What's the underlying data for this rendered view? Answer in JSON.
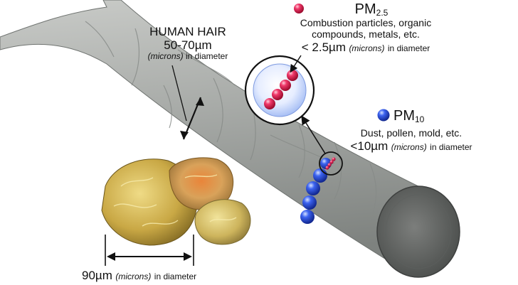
{
  "hair": {
    "title": "HUMAN HAIR",
    "size": "50-70µm",
    "unit_note": "(microns)",
    "suffix": "in diameter"
  },
  "sand": {
    "size": "90µm",
    "unit_note": "(microns)",
    "suffix": "in diameter"
  },
  "pm25": {
    "prefix": "PM",
    "sub": "2.5",
    "desc_line1": "Combustion particles, organic",
    "desc_line2": "compounds, metals, etc.",
    "size": "< 2.5µm",
    "unit_note": "(microns)",
    "suffix": "in diameter"
  },
  "pm10": {
    "prefix": "PM",
    "sub": "10",
    "desc": "Dust, pollen, mold, etc.",
    "size": "<10µm",
    "unit_note": "(microns)",
    "suffix": "in diameter"
  },
  "colors": {
    "hair": "#a9aca9",
    "pm25_ball": "#e8184c",
    "pm10_ball": "#2f56e6",
    "sand": "#c8a943",
    "text": "#111111"
  }
}
